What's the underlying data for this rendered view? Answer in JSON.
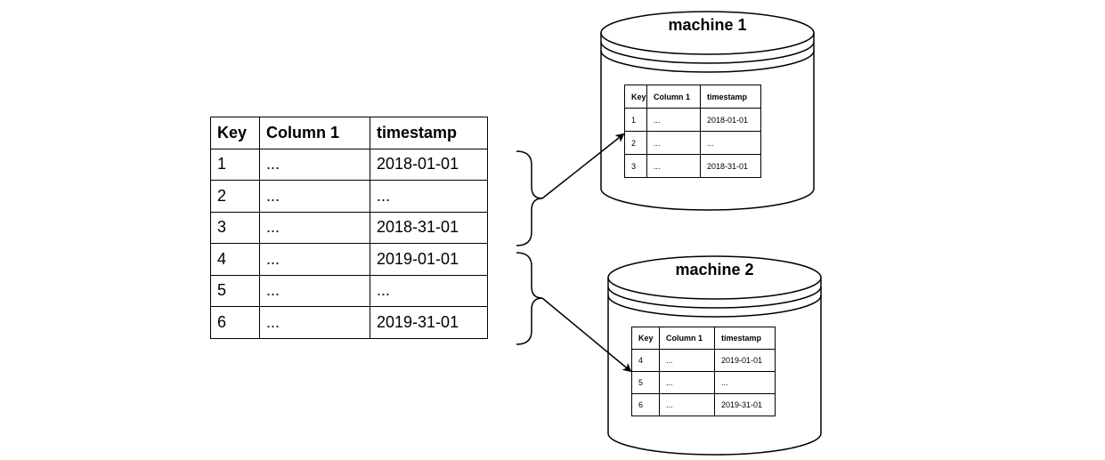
{
  "main_table": {
    "headers": [
      "Key",
      "Column 1",
      "timestamp"
    ],
    "rows": [
      [
        "1",
        "...",
        "2018-01-01"
      ],
      [
        "2",
        "...",
        "..."
      ],
      [
        "3",
        "...",
        "2018-31-01"
      ],
      [
        "4",
        "...",
        "2019-01-01"
      ],
      [
        "5",
        "...",
        "..."
      ],
      [
        "6",
        "...",
        "2019-31-01"
      ]
    ]
  },
  "machines": [
    {
      "label": "machine 1",
      "headers": [
        "Key",
        "Column 1",
        "timestamp"
      ],
      "rows": [
        [
          "1",
          "...",
          "2018-01-01"
        ],
        [
          "2",
          "...",
          "..."
        ],
        [
          "3",
          "...",
          "2018-31-01"
        ]
      ]
    },
    {
      "label": "machine 2",
      "headers": [
        "Key",
        "Column 1",
        "timestamp"
      ],
      "rows": [
        [
          "4",
          "...",
          "2019-01-01"
        ],
        [
          "5",
          "...",
          "..."
        ],
        [
          "6",
          "...",
          "2019-31-01"
        ]
      ]
    }
  ]
}
